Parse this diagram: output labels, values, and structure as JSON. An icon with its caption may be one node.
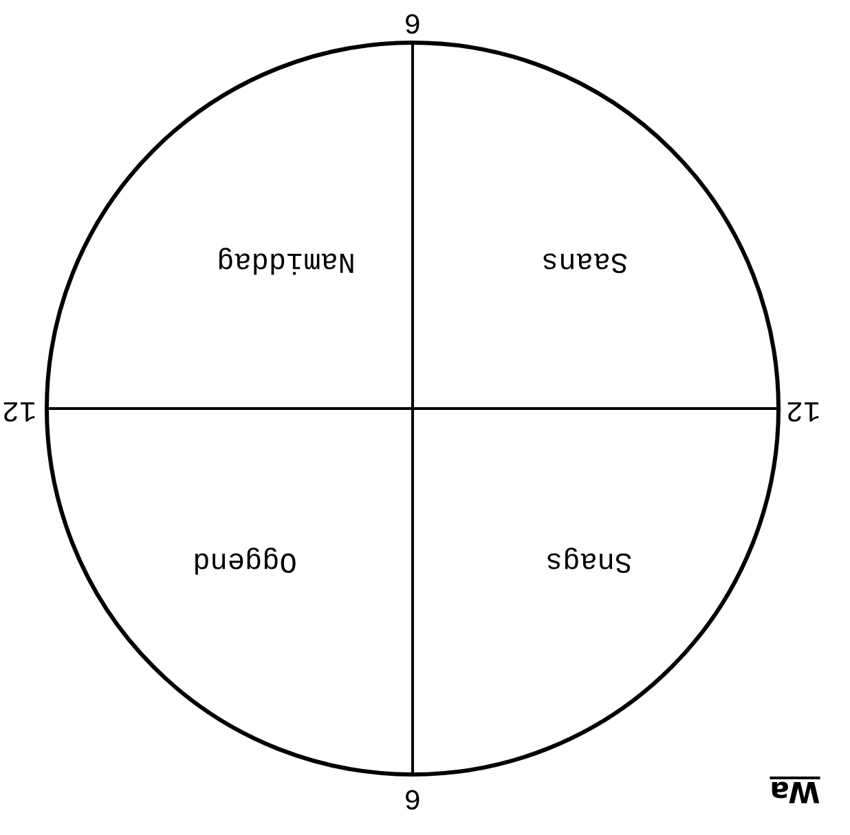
{
  "diagram": {
    "labels": [
      "Wa",
      "6",
      "Snags",
      "Oggend",
      "12",
      "12",
      "Saans",
      "Namiddag",
      "6"
    ]
  }
}
